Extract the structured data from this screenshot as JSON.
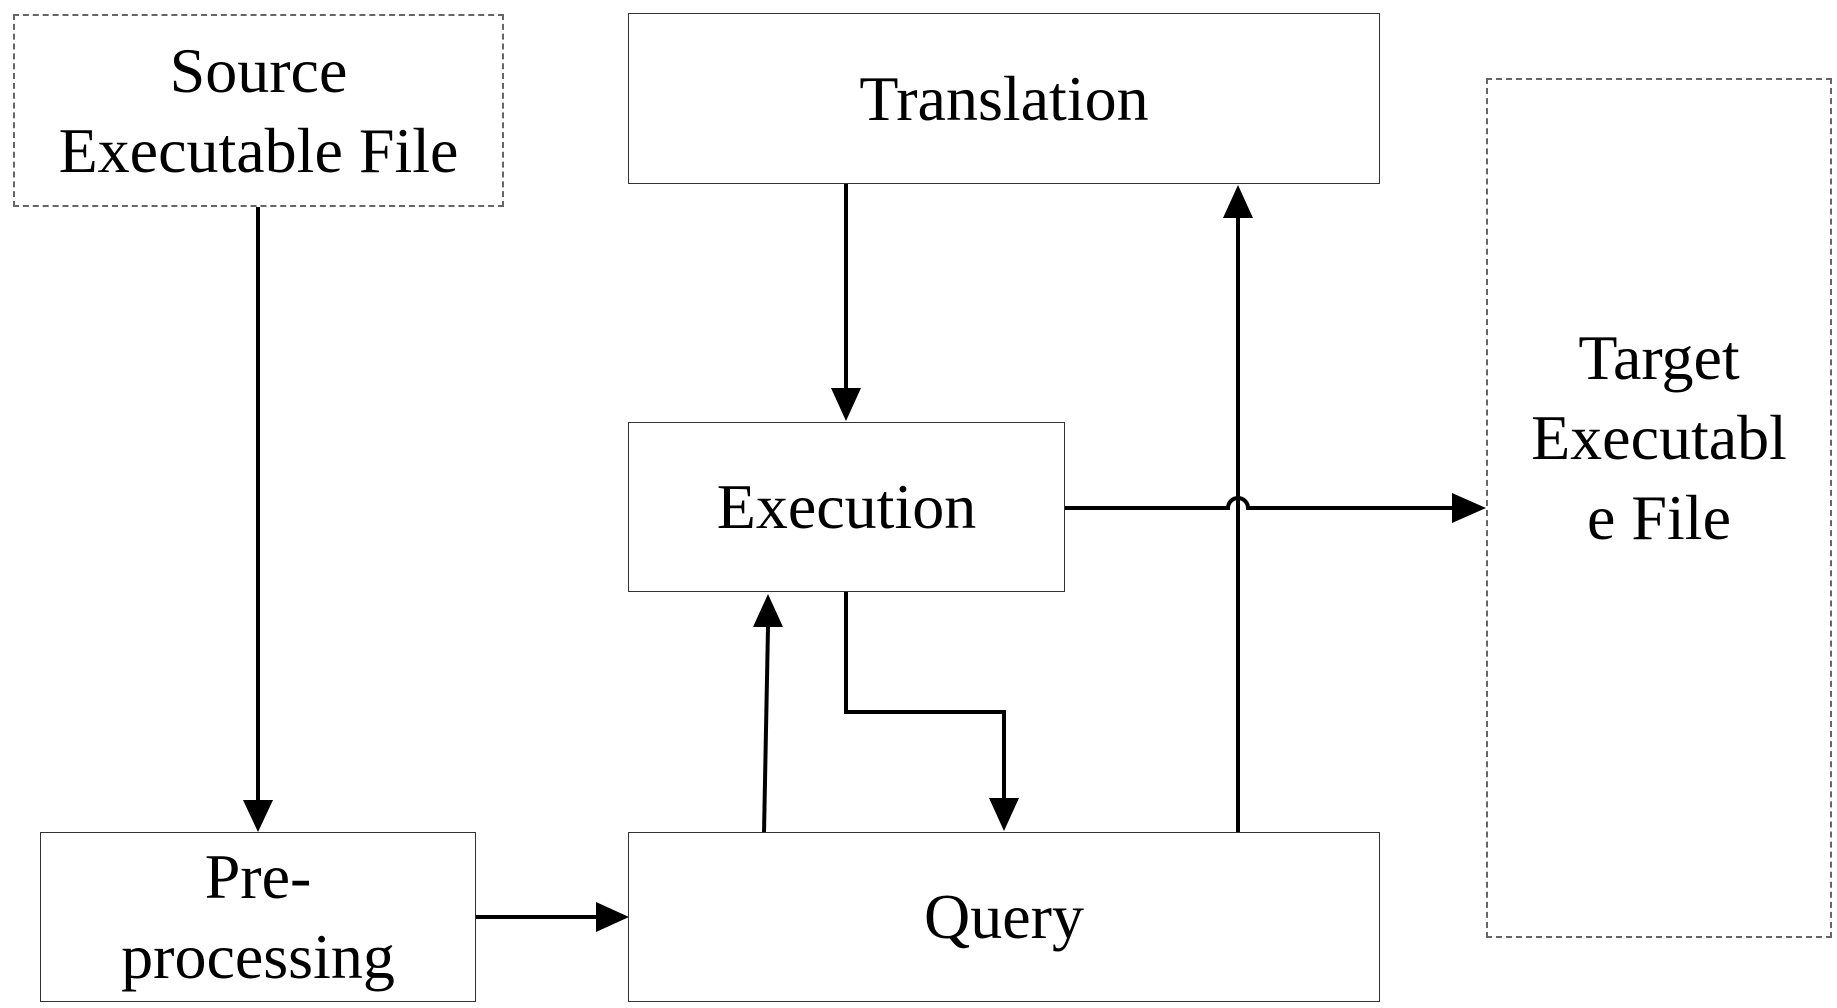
{
  "diagram": {
    "nodes": {
      "source": {
        "lines": [
          "Source",
          "Executable File"
        ]
      },
      "translation": {
        "lines": [
          "Translation"
        ]
      },
      "execution": {
        "lines": [
          "Execution"
        ]
      },
      "target": {
        "lines": [
          "Target",
          "Executabl",
          "e File"
        ]
      },
      "preprocessing": {
        "lines": [
          "Pre-",
          "processing"
        ]
      },
      "query": {
        "lines": [
          "Query"
        ]
      }
    },
    "edges": [
      {
        "from": "source",
        "to": "preprocessing"
      },
      {
        "from": "preprocessing",
        "to": "query"
      },
      {
        "from": "translation",
        "to": "execution"
      },
      {
        "from": "query",
        "to": "execution"
      },
      {
        "from": "execution",
        "to": "query"
      },
      {
        "from": "query",
        "to": "translation"
      },
      {
        "from": "execution",
        "to": "target"
      }
    ]
  }
}
